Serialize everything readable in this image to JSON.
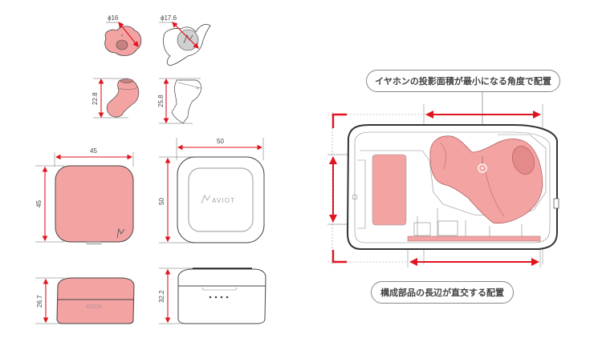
{
  "title": "AVIOT earphone & charging case dimension comparison diagram",
  "colors": {
    "accent_red": "#e0141e",
    "highlight_fill": "#f4a3a3",
    "highlight_dark": "#e58a8a",
    "outline": "#444444",
    "guide": "#888888"
  },
  "earbud_top": {
    "old": {
      "label": "ϕ16"
    },
    "new": {
      "label": "ϕ17.6"
    }
  },
  "earbud_side": {
    "old": {
      "label": "22.8"
    },
    "new": {
      "label": "25.8"
    }
  },
  "case_top": {
    "old": {
      "width_label": "45",
      "height_label": "45"
    },
    "new": {
      "width_label": "50",
      "height_label": "50",
      "brand": "AVIOT"
    }
  },
  "case_side": {
    "old": {
      "label": "26.7"
    },
    "new": {
      "label": "32.2"
    }
  },
  "cross_section": {
    "callout_top": "イヤホンの投影面積が最小になる角度で配置",
    "callout_bottom": "構成部品の長辺が直交する配置"
  }
}
